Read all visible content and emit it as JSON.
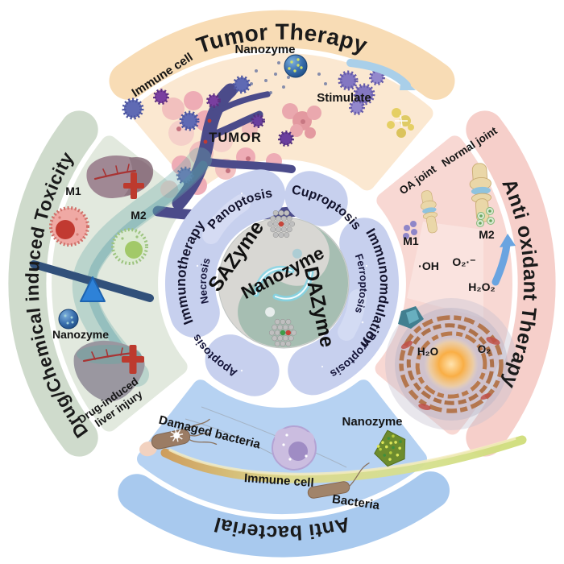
{
  "titles": {
    "top": "Tumor Therapy",
    "right": "Anti oxidant Therapy",
    "bottom": "Anti bacterial",
    "left": "Drug/Chemical induced Toxicity"
  },
  "center": {
    "sazyme": "SAZyme",
    "nanozyme": "Nanozyme",
    "dazyme": "DAZyme",
    "ring": {
      "panoptosis": "Panoptosis",
      "cuproptosis": "Cuproptosis",
      "immunotherapy": "Immunotherapy",
      "necrosis": "Necrosis",
      "apoptosis": "Apoptosis",
      "pyroptosis": "Pyroptosis",
      "ferroptosis": "Ferroptosis",
      "immunomodulation": "Immunomdulation"
    }
  },
  "tumor": {
    "immune_cell": "Immune cell",
    "nanozyme": "Nanozyme",
    "tumor": "TUMOR",
    "stimulate": "Stimulate"
  },
  "antioxidant": {
    "oa_joint": "OA joint",
    "normal_joint": "Normal joint",
    "m1": "M1",
    "m2": "M2",
    "oh_radical": "·OH",
    "superoxide": "O₂·⁻",
    "h2o2": "H₂O₂",
    "h2o": "H₂O",
    "o2": "O₂"
  },
  "antibacterial": {
    "damaged_bacteria": "Damaged bacteria",
    "immune_cell": "Immune cell",
    "nanozyme": "Nanozyme",
    "bacteria": "Bacteria"
  },
  "toxicity": {
    "m1": "M1",
    "m2": "M2",
    "nanozyme": "Nanozyme",
    "injury_lines": [
      "Drug-induced",
      "liver injury"
    ]
  },
  "colors": {
    "band_top": "#f8dcb5",
    "band_right": "#f6cfca",
    "band_bottom": "#a8c9ee",
    "band_left": "#cfdbcc",
    "panel_top": "#fbe8d1",
    "panel_right": "#f8d8d3",
    "panel_bottom": "#b6d2f2",
    "panel_left": "#e2e9de",
    "ring": "#c7d0ee",
    "yin_gray": "#d8d7d3",
    "yang_teal": "#a6beb2",
    "text": "#141414"
  }
}
